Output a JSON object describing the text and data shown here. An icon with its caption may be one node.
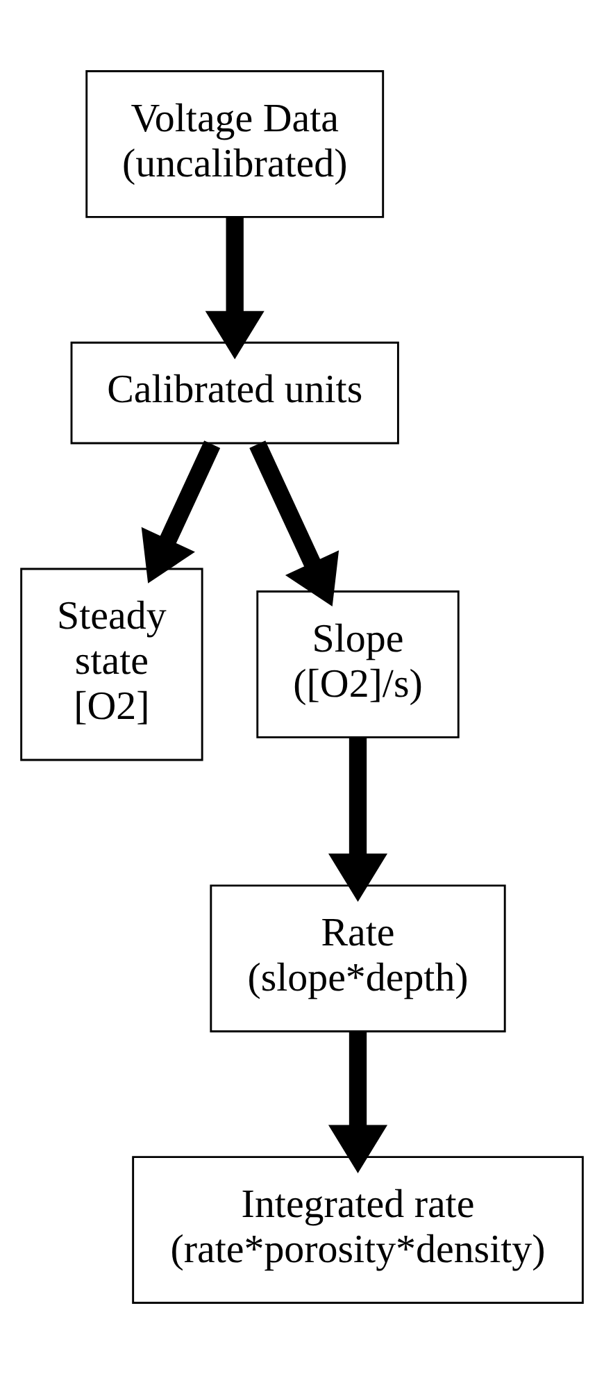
{
  "diagram": {
    "nodes": [
      {
        "text": [
          "Voltage Data (uncalibrated)"
        ]
      },
      {
        "text": [
          "Calibrated units"
        ]
      },
      {
        "text": [
          "Steady state [O2]"
        ]
      },
      {
        "text": [
          "Slope ([O2]/s)"
        ]
      },
      {
        "text": [
          "Rate (slope*depth)"
        ]
      },
      {
        "text": [
          "Integrated rate (rate*porosity*density)"
        ]
      }
    ],
    "edges": [
      {
        "from": 0,
        "to": 1,
        "arrow": "to"
      },
      {
        "from": 1,
        "to": 2,
        "arrow": "to"
      },
      {
        "from": 1,
        "to": 3,
        "arrow": "to"
      },
      {
        "from": 3,
        "to": 4,
        "arrow": "to"
      },
      {
        "from": 4,
        "to": 5,
        "arrow": "to"
      }
    ]
  }
}
